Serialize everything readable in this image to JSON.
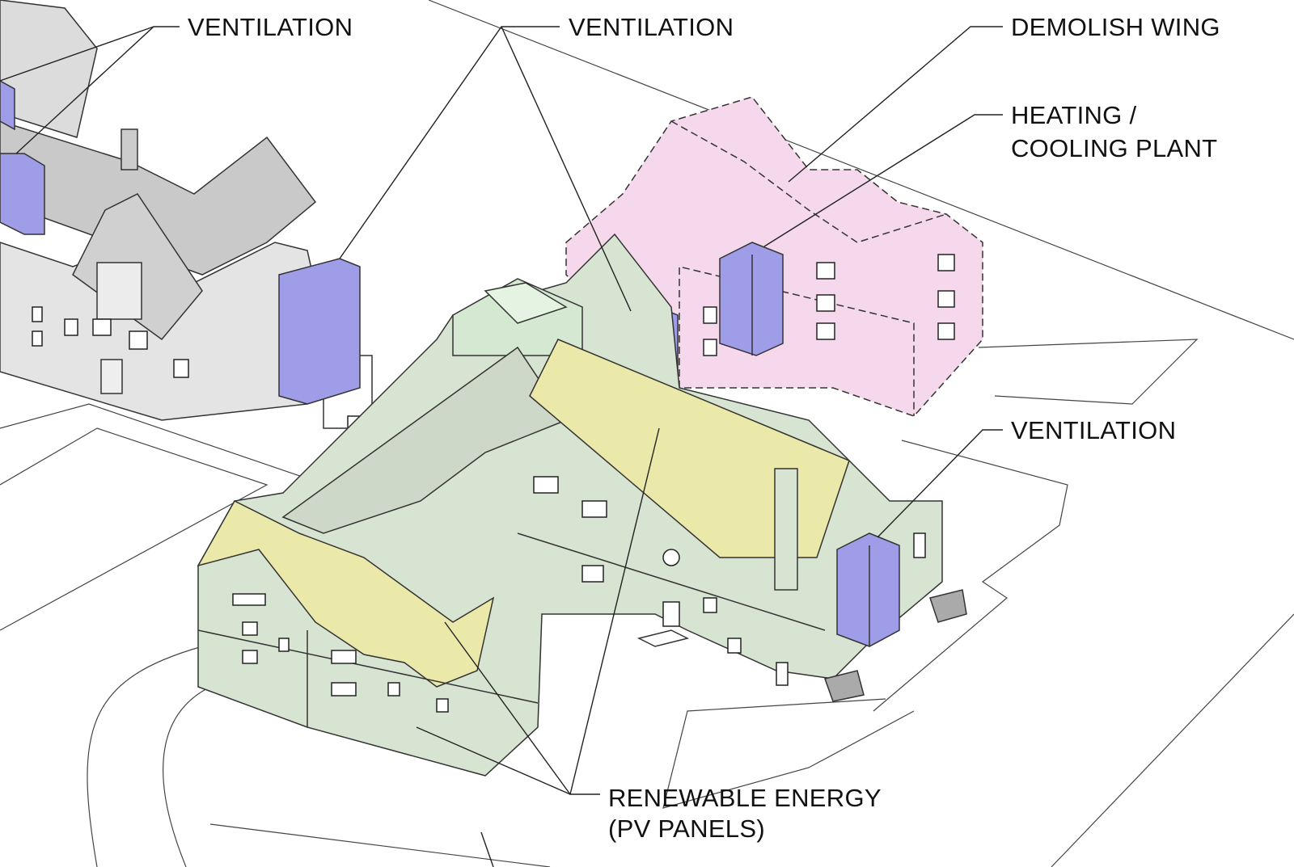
{
  "labels": {
    "ventilation_left": "VENTILATION",
    "ventilation_center": "VENTILATION",
    "demolish_wing": "DEMOLISH WING",
    "heating_line1": "HEATING /",
    "heating_line2": "COOLING PLANT",
    "ventilation_right": "VENTILATION",
    "renewable_line1": "RENEWABLE ENERGY",
    "renewable_line2": "(PV PANELS)"
  },
  "colors": {
    "existing_building": "#dcdcdc",
    "ventilation_units": "#9f9ce8",
    "demolish_wing": "#f6d8ec",
    "new_building": "#d8e4d2",
    "pv_roof": "#ebe9a9"
  }
}
